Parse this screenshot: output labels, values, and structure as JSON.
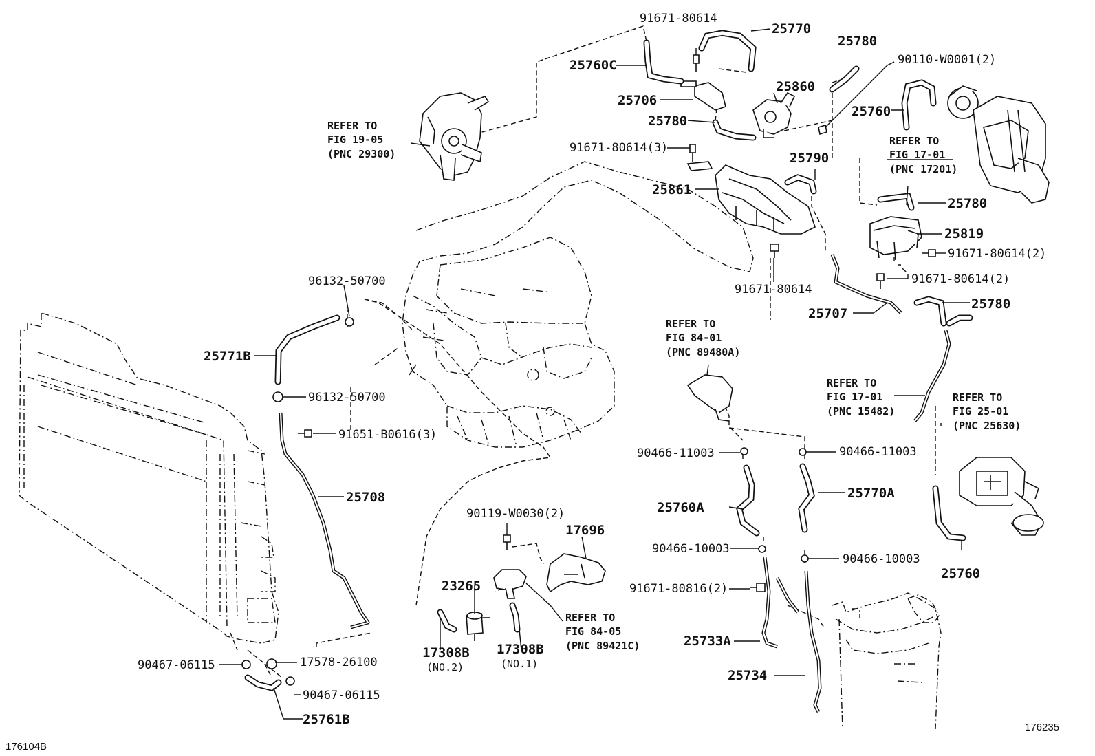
{
  "footer": {
    "left": "176104B",
    "right": "176235"
  },
  "labels": {
    "p25770": "25770",
    "p25780_top": "25780",
    "p91671_80614_top": "91671-80614",
    "p25760C": "25760C",
    "p90110_W0001": "90110-W0001(2)",
    "p25706": "25706",
    "p25860": "25860",
    "p25780_mid": "25780",
    "p25760_top": "25760",
    "p91671_80614_3": "91671-80614(3)",
    "p25790": "25790",
    "p25861": "25861",
    "p25780_right": "25780",
    "p25819": "25819",
    "p91671_80614_2a": "91671-80614(2)",
    "p91671_80614_2b": "91671-80614(2)",
    "p91671_80614_bot": "91671-80614",
    "p25707": "25707",
    "p25780_low": "25780",
    "p96132_50700_a": "96132-50700",
    "p25771B": "25771B",
    "p96132_50700_b": "96132-50700",
    "p91651_B0616": "91651-B0616(3)",
    "p25708": "25708",
    "p90119_W0030": "90119-W0030(2)",
    "p17696": "17696",
    "p23265": "23265",
    "p17308B_a": "17308B",
    "p17308B_a_sub": "(NO.2)",
    "p17308B_b": "17308B",
    "p17308B_b_sub": "(NO.1)",
    "p90467_06115_a": "90467-06115",
    "p17578_26100": "17578-26100",
    "p90467_06115_b": "90467-06115",
    "p25761B": "25761B",
    "p90466_11003_a": "90466-11003",
    "p90466_11003_b": "90466-11003",
    "p25760A": "25760A",
    "p25770A": "25770A",
    "p90466_10003_a": "90466-10003",
    "p90466_10003_b": "90466-10003",
    "p91671_80816": "91671-80816(2)",
    "p25733A": "25733A",
    "p25734": "25734",
    "p25760_bot": "25760"
  },
  "refs": {
    "r1": [
      "REFER TO",
      "FIG 19-05",
      "(PNC 29300)"
    ],
    "r2": [
      "REFER TO",
      "FIG 17-01",
      "(PNC 17201)"
    ],
    "r3": [
      "REFER TO",
      "FIG 84-01",
      "(PNC 89480A)"
    ],
    "r4": [
      "REFER TO",
      "FIG 17-01",
      "(PNC 15482)"
    ],
    "r5": [
      "REFER TO",
      "FIG 25-01",
      "(PNC 25630)"
    ],
    "r6": [
      "REFER TO",
      "FIG 84-05",
      "(PNC 89421C)"
    ]
  }
}
